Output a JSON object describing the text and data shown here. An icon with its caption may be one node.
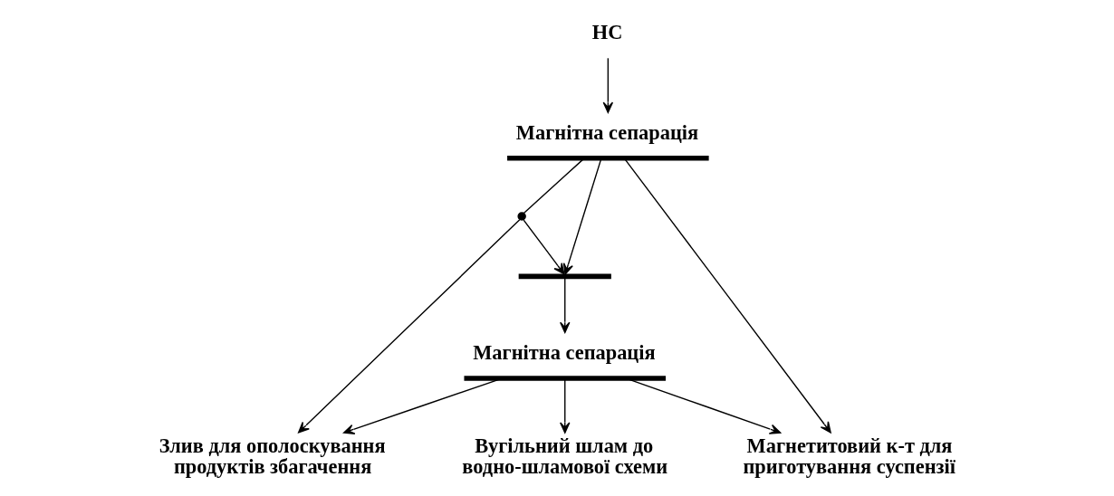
{
  "diagram": {
    "nodes": [
      {
        "text": [
          "НС"
        ]
      },
      {
        "text": [
          "Магнітна сепарація"
        ]
      },
      {
        "text": [],
        "shape": "point"
      },
      {
        "text": [],
        "shape": "bar"
      },
      {
        "text": [
          "Магнітна сепарація"
        ]
      },
      {
        "text": [
          "Вугільний шлам до водно-шламової схеми"
        ]
      },
      {
        "text": [
          "Злив для ополоскування продуктів збагачення"
        ]
      },
      {
        "text": [
          "Магнетитовий к-т для приготування суспензії"
        ]
      }
    ],
    "edges": [
      {
        "from": 0,
        "to": 1,
        "arrow": "to"
      },
      {
        "from": 1,
        "to": 7,
        "arrow": "to"
      },
      {
        "from": 1,
        "to": 2,
        "arrow": "none"
      },
      {
        "from": 1,
        "to": 3,
        "arrow": "to"
      },
      {
        "from": 2,
        "to": 3,
        "arrow": "to"
      },
      {
        "from": 2,
        "to": 6,
        "arrow": "to"
      },
      {
        "from": 3,
        "to": 4,
        "arrow": "to"
      },
      {
        "from": 4,
        "to": 7,
        "arrow": "to"
      },
      {
        "from": 4,
        "to": 6,
        "arrow": "to"
      },
      {
        "from": 4,
        "to": 5,
        "arrow": "to"
      }
    ]
  }
}
